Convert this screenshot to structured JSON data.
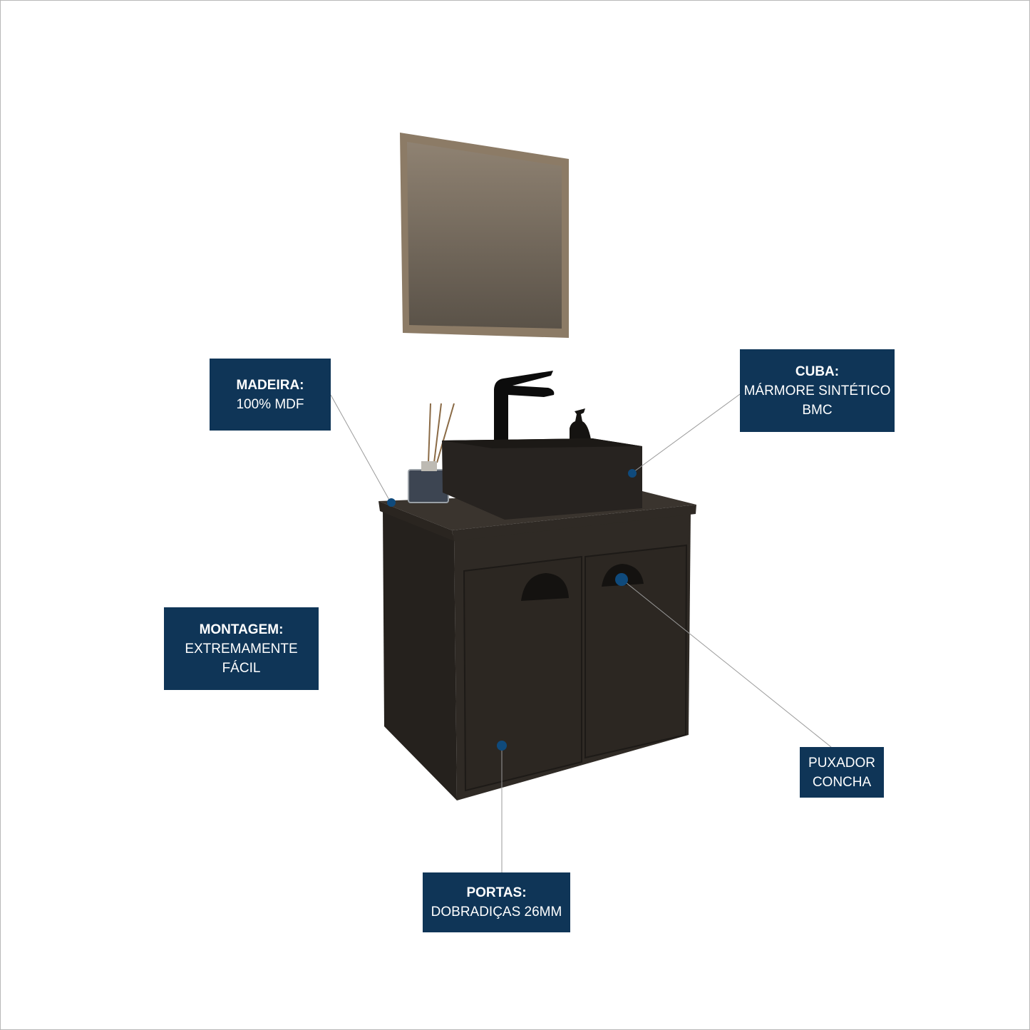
{
  "colors": {
    "label_bg": "#0f3557",
    "dot": "#0f4a7c",
    "cabinet": "#2e2924"
  },
  "labels": {
    "madeira": {
      "title": "MADEIRA:",
      "lines": [
        "100% MDF"
      ]
    },
    "cuba": {
      "title": "CUBA:",
      "lines": [
        "MÁRMORE SINTÉTICO",
        "BMC"
      ]
    },
    "montagem": {
      "title": "MONTAGEM:",
      "lines": [
        "EXTREMAMENTE",
        "FÁCIL"
      ]
    },
    "puxador": {
      "lines": [
        "PUXADOR",
        "CONCHA"
      ]
    },
    "portas": {
      "title": "PORTAS:",
      "lines": [
        "DOBRADIÇAS 26MM"
      ]
    }
  }
}
